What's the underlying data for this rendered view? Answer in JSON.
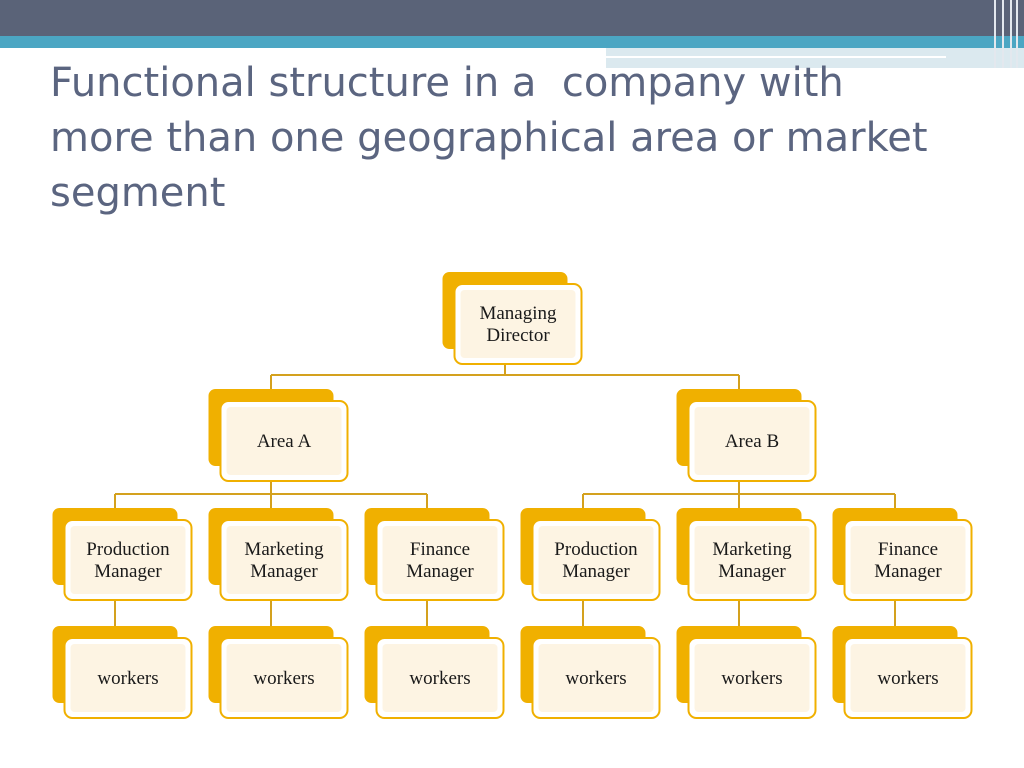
{
  "slide": {
    "title": "Functional structure in a  company with\nmore than one geographical area or market\nsegment"
  },
  "colors": {
    "header_dark": "#5a6378",
    "header_blue": "#4ba6c3",
    "title_text": "#5b6580",
    "box_accent": "#f0b000",
    "box_face": "#fdf4e3",
    "connector": "#d4a11e"
  },
  "org_chart": {
    "root": {
      "label": [
        "Managing",
        "Director"
      ],
      "children": [
        {
          "label": [
            "Area A"
          ],
          "children": [
            {
              "label": [
                "Production",
                "Manager"
              ],
              "children": [
                {
                  "label": [
                    "workers"
                  ]
                }
              ]
            },
            {
              "label": [
                "Marketing",
                "Manager"
              ],
              "children": [
                {
                  "label": [
                    "workers"
                  ]
                }
              ]
            },
            {
              "label": [
                "Finance",
                "Manager"
              ],
              "children": [
                {
                  "label": [
                    "workers"
                  ]
                }
              ]
            }
          ]
        },
        {
          "label": [
            "Area B"
          ],
          "children": [
            {
              "label": [
                "Production",
                "Manager"
              ],
              "children": [
                {
                  "label": [
                    "workers"
                  ]
                }
              ]
            },
            {
              "label": [
                "Marketing",
                "Manager"
              ],
              "children": [
                {
                  "label": [
                    "workers"
                  ]
                }
              ]
            },
            {
              "label": [
                "Finance",
                "Manager"
              ],
              "children": [
                {
                  "label": [
                    "workers"
                  ]
                }
              ]
            }
          ]
        }
      ]
    }
  }
}
